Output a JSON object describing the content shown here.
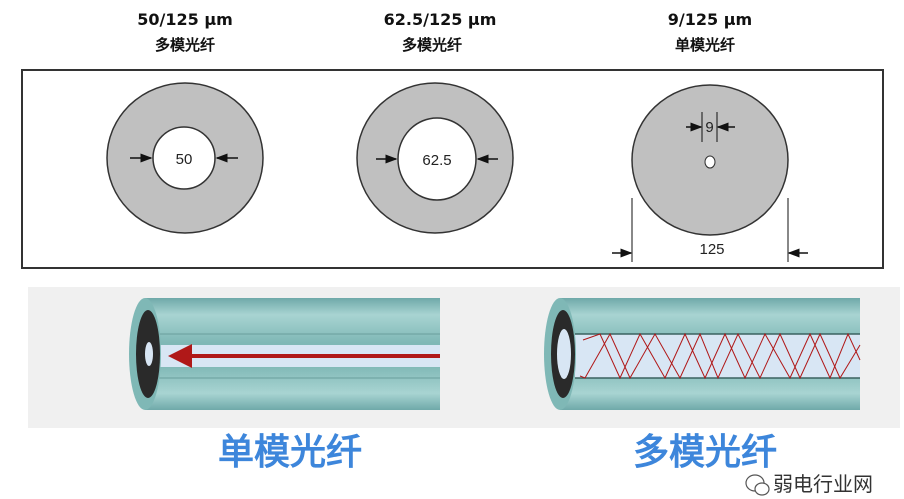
{
  "top_panel": {
    "fibers": [
      {
        "spec": "50/125 μm",
        "type": "多模光纤",
        "core_label": "50"
      },
      {
        "spec": "62.5/125 μm",
        "type": "多模光纤",
        "core_label": "62.5"
      },
      {
        "spec": "9/125 μm",
        "type": "单模光纤",
        "core_label": "9",
        "cladding_label": "125"
      }
    ]
  },
  "bottom_panel": {
    "single_mode_label": "单模光纤",
    "multi_mode_label": "多模光纤"
  },
  "watermark": "弱电行业网",
  "colors": {
    "cladding": "#c0c0c0",
    "fiber_body": "#8cc4c4",
    "core": "#d8e6f4",
    "ray": "#b01818",
    "label_blue": "#3d86db"
  }
}
